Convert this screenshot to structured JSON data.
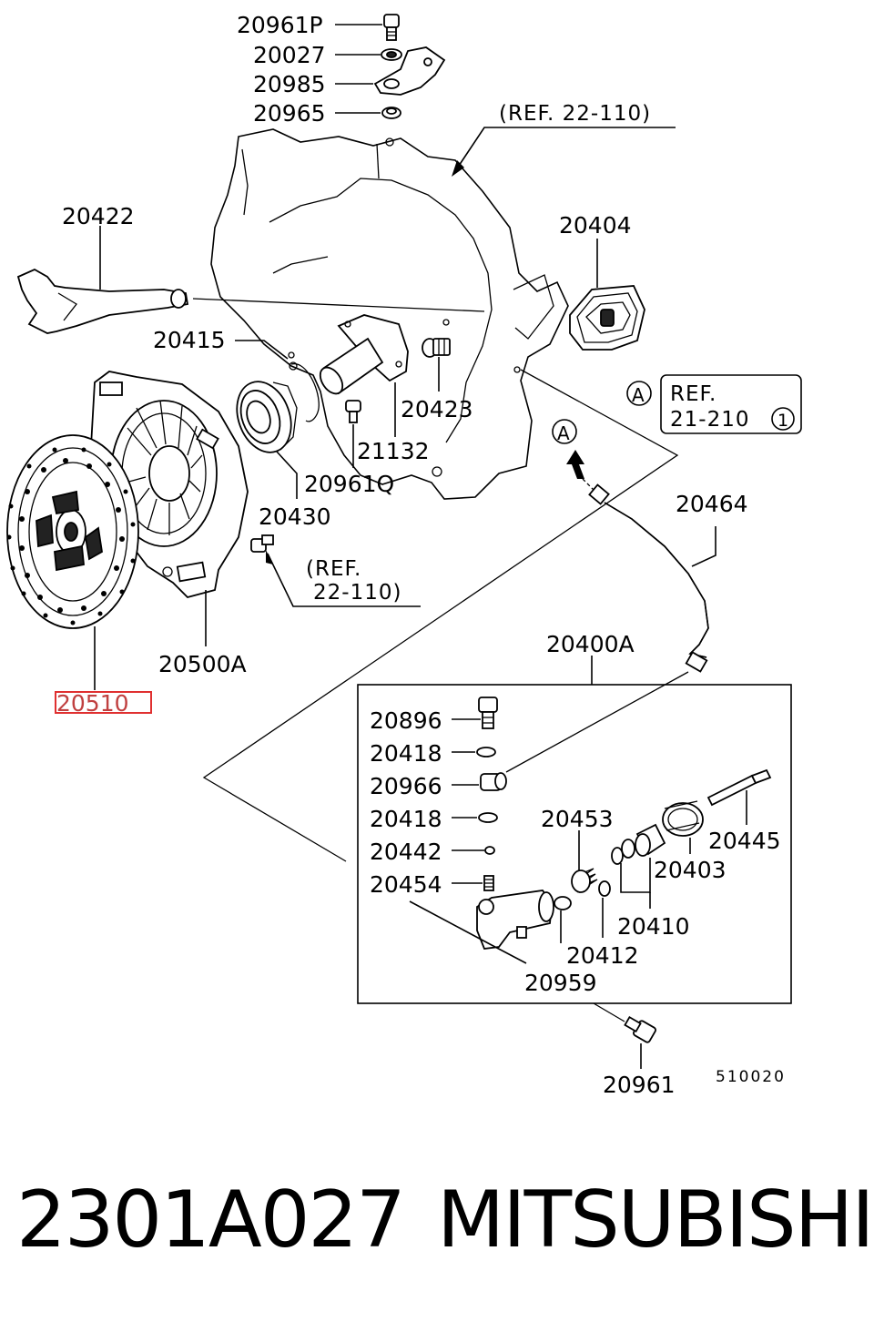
{
  "diagram": {
    "labels": {
      "p20961P": "20961P",
      "p20027": "20027",
      "p20985": "20985",
      "p20965": "20965",
      "p20422": "20422",
      "p20404": "20404",
      "p20415": "20415",
      "p20423": "20423",
      "p21132": "21132",
      "p20961Q": "20961Q",
      "p20430": "20430",
      "p20464": "20464",
      "p20500A": "20500A",
      "p20510": "20510",
      "p20400A": "20400A",
      "p20896": "20896",
      "p20418a": "20418",
      "p20966": "20966",
      "p20418b": "20418",
      "p20442": "20442",
      "p20454": "20454",
      "p20453": "20453",
      "p20445": "20445",
      "p20403": "20403",
      "p20410": "20410",
      "p20412": "20412",
      "p20959": "20959",
      "p20961": "20961"
    },
    "refs": {
      "top": "(REF. 22-110)",
      "mid_line1": "(REF.",
      "mid_line2": "22-110)",
      "boxed_line1": "REF.",
      "boxed_line2": "21-210",
      "boxed_circle": "1",
      "marker_a": "A",
      "marker_a2": "A"
    },
    "diagram_code": "510020",
    "highlighted_part": "20510"
  },
  "footer": {
    "part_number": "2301A027",
    "brand": "MITSUBISHI"
  }
}
